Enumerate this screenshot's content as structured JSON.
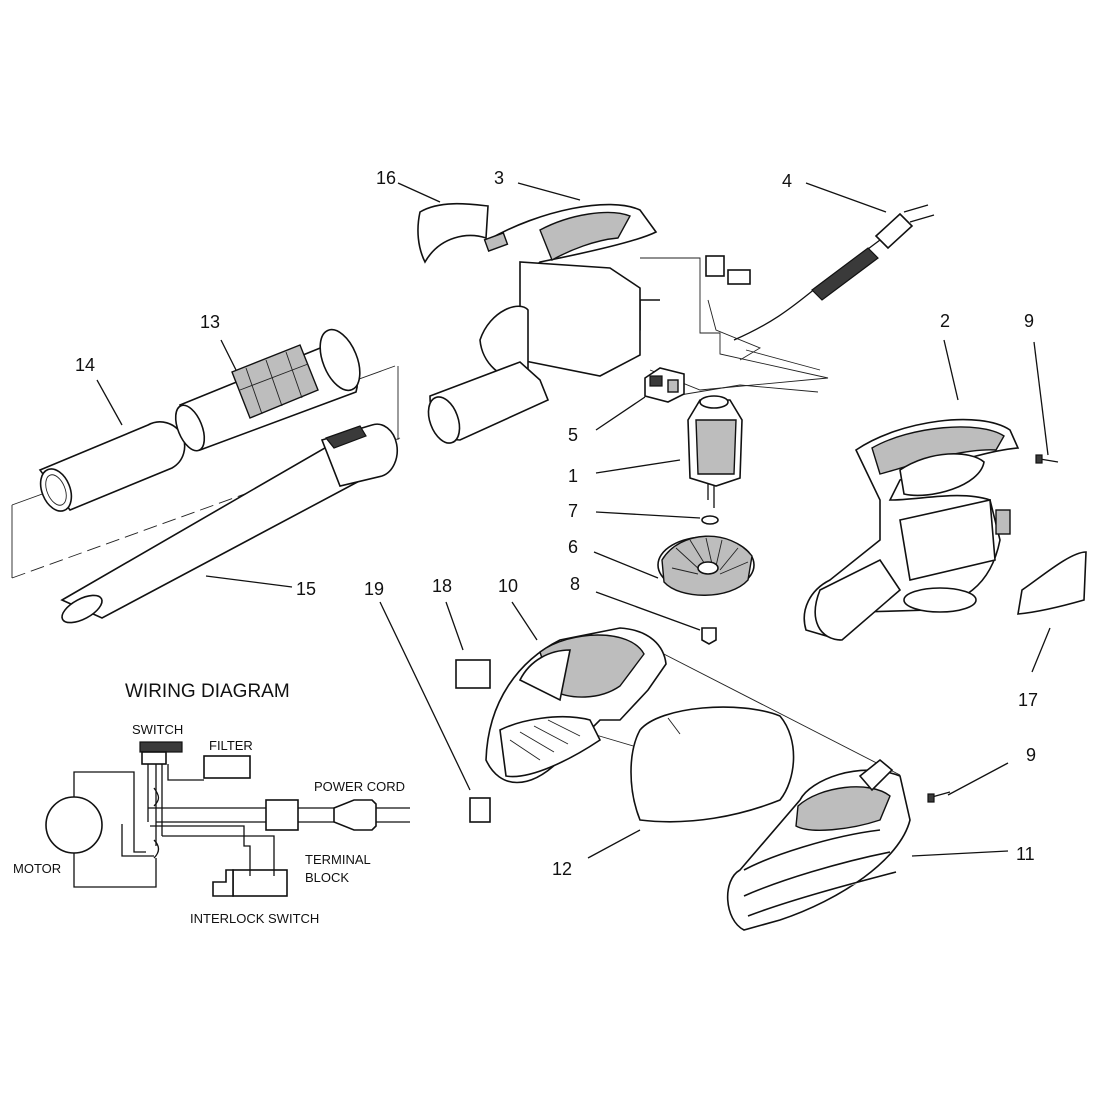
{
  "callouts": [
    "16",
    "3",
    "4",
    "2",
    "9",
    "13",
    "14",
    "5",
    "1",
    "7",
    "6",
    "8",
    "15",
    "19",
    "18",
    "10",
    "17",
    "9",
    "12",
    "11"
  ],
  "wiring": {
    "title": "WIRING DIAGRAM",
    "switch": "SWITCH",
    "filter": "FILTER",
    "power_cord": "POWER CORD",
    "motor": "MOTOR",
    "terminal_line1": "TERMINAL",
    "terminal_line2": "BLOCK",
    "interlock": "INTERLOCK SWITCH"
  }
}
